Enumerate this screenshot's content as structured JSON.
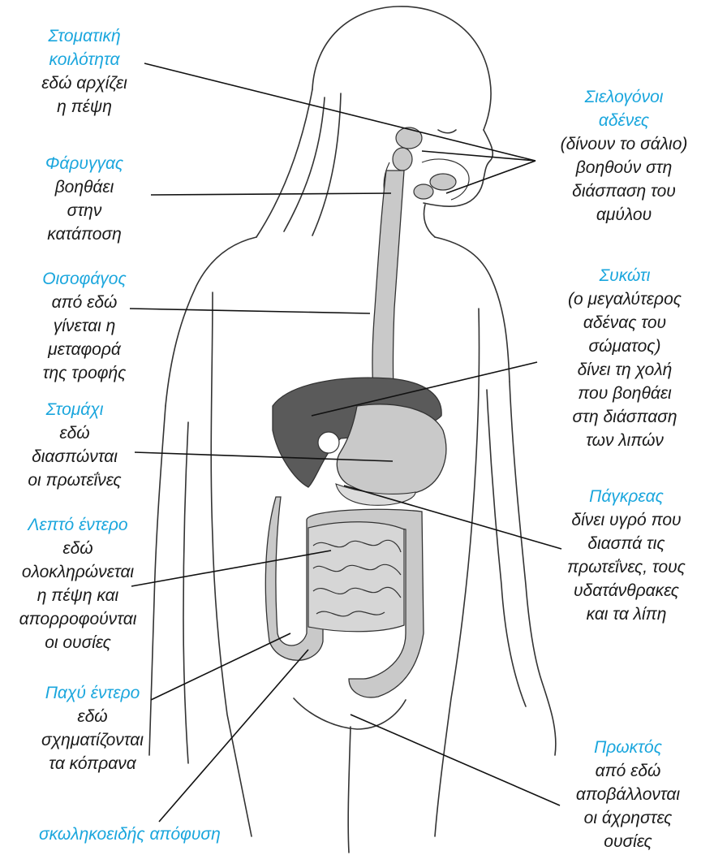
{
  "colors": {
    "term": "#1aa6dd",
    "text": "#1a1a1a",
    "organ_light": "#c9c9c9",
    "organ_dark": "#5a5a5a",
    "outline": "#333333"
  },
  "labels": {
    "mouth": {
      "term": "Στοματική\nκοιλότητα",
      "desc": "εδώ αρχίζει\nη πέψη"
    },
    "pharynx": {
      "term": "Φάρυγγας",
      "desc": "βοηθάει\nστην\nκατάποση"
    },
    "esophagus": {
      "term": "Οισοφάγος",
      "desc": "από εδώ\nγίνεται η\nμεταφορά\nτης τροφής"
    },
    "stomach": {
      "term": "Στομάχι",
      "desc": "εδώ\nδιασπώνται\nοι πρωτεΐνες"
    },
    "small_int": {
      "term": "Λεπτό έντερο",
      "desc": "εδώ\nολοκληρώνεται\nη πέψη και\nαπορροφούνται\nοι ουσίες"
    },
    "large_int": {
      "term": "Παχύ έντερο",
      "desc": "εδώ\nσχηματίζονται\nτα κόπρανα"
    },
    "appendix": {
      "term": "σκωληκοειδής απόφυση"
    },
    "salivary": {
      "term": "Σιελογόνοι\nαδένες",
      "desc": "(δίνουν το σάλιο)\nβοηθούν στη\nδιάσπαση του\nαμύλου"
    },
    "liver": {
      "term": "Συκώτι",
      "desc": "(ο μεγαλύτερος\nαδένας του\nσώματος)\nδίνει τη χολή\nπου βοηθάει\nστη διάσπαση\nτων λιπών"
    },
    "pancreas": {
      "term": "Πάγκρεας",
      "desc": "δίνει υγρό που\nδιασπά τις\nπρωτεΐνες, τους\nυδατάνθρακες\nκαι τα λίπη"
    },
    "anus": {
      "term": "Πρωκτός",
      "desc": "από εδώ\nαποβάλλονται\nοι άχρηστες\nουσίες"
    }
  }
}
